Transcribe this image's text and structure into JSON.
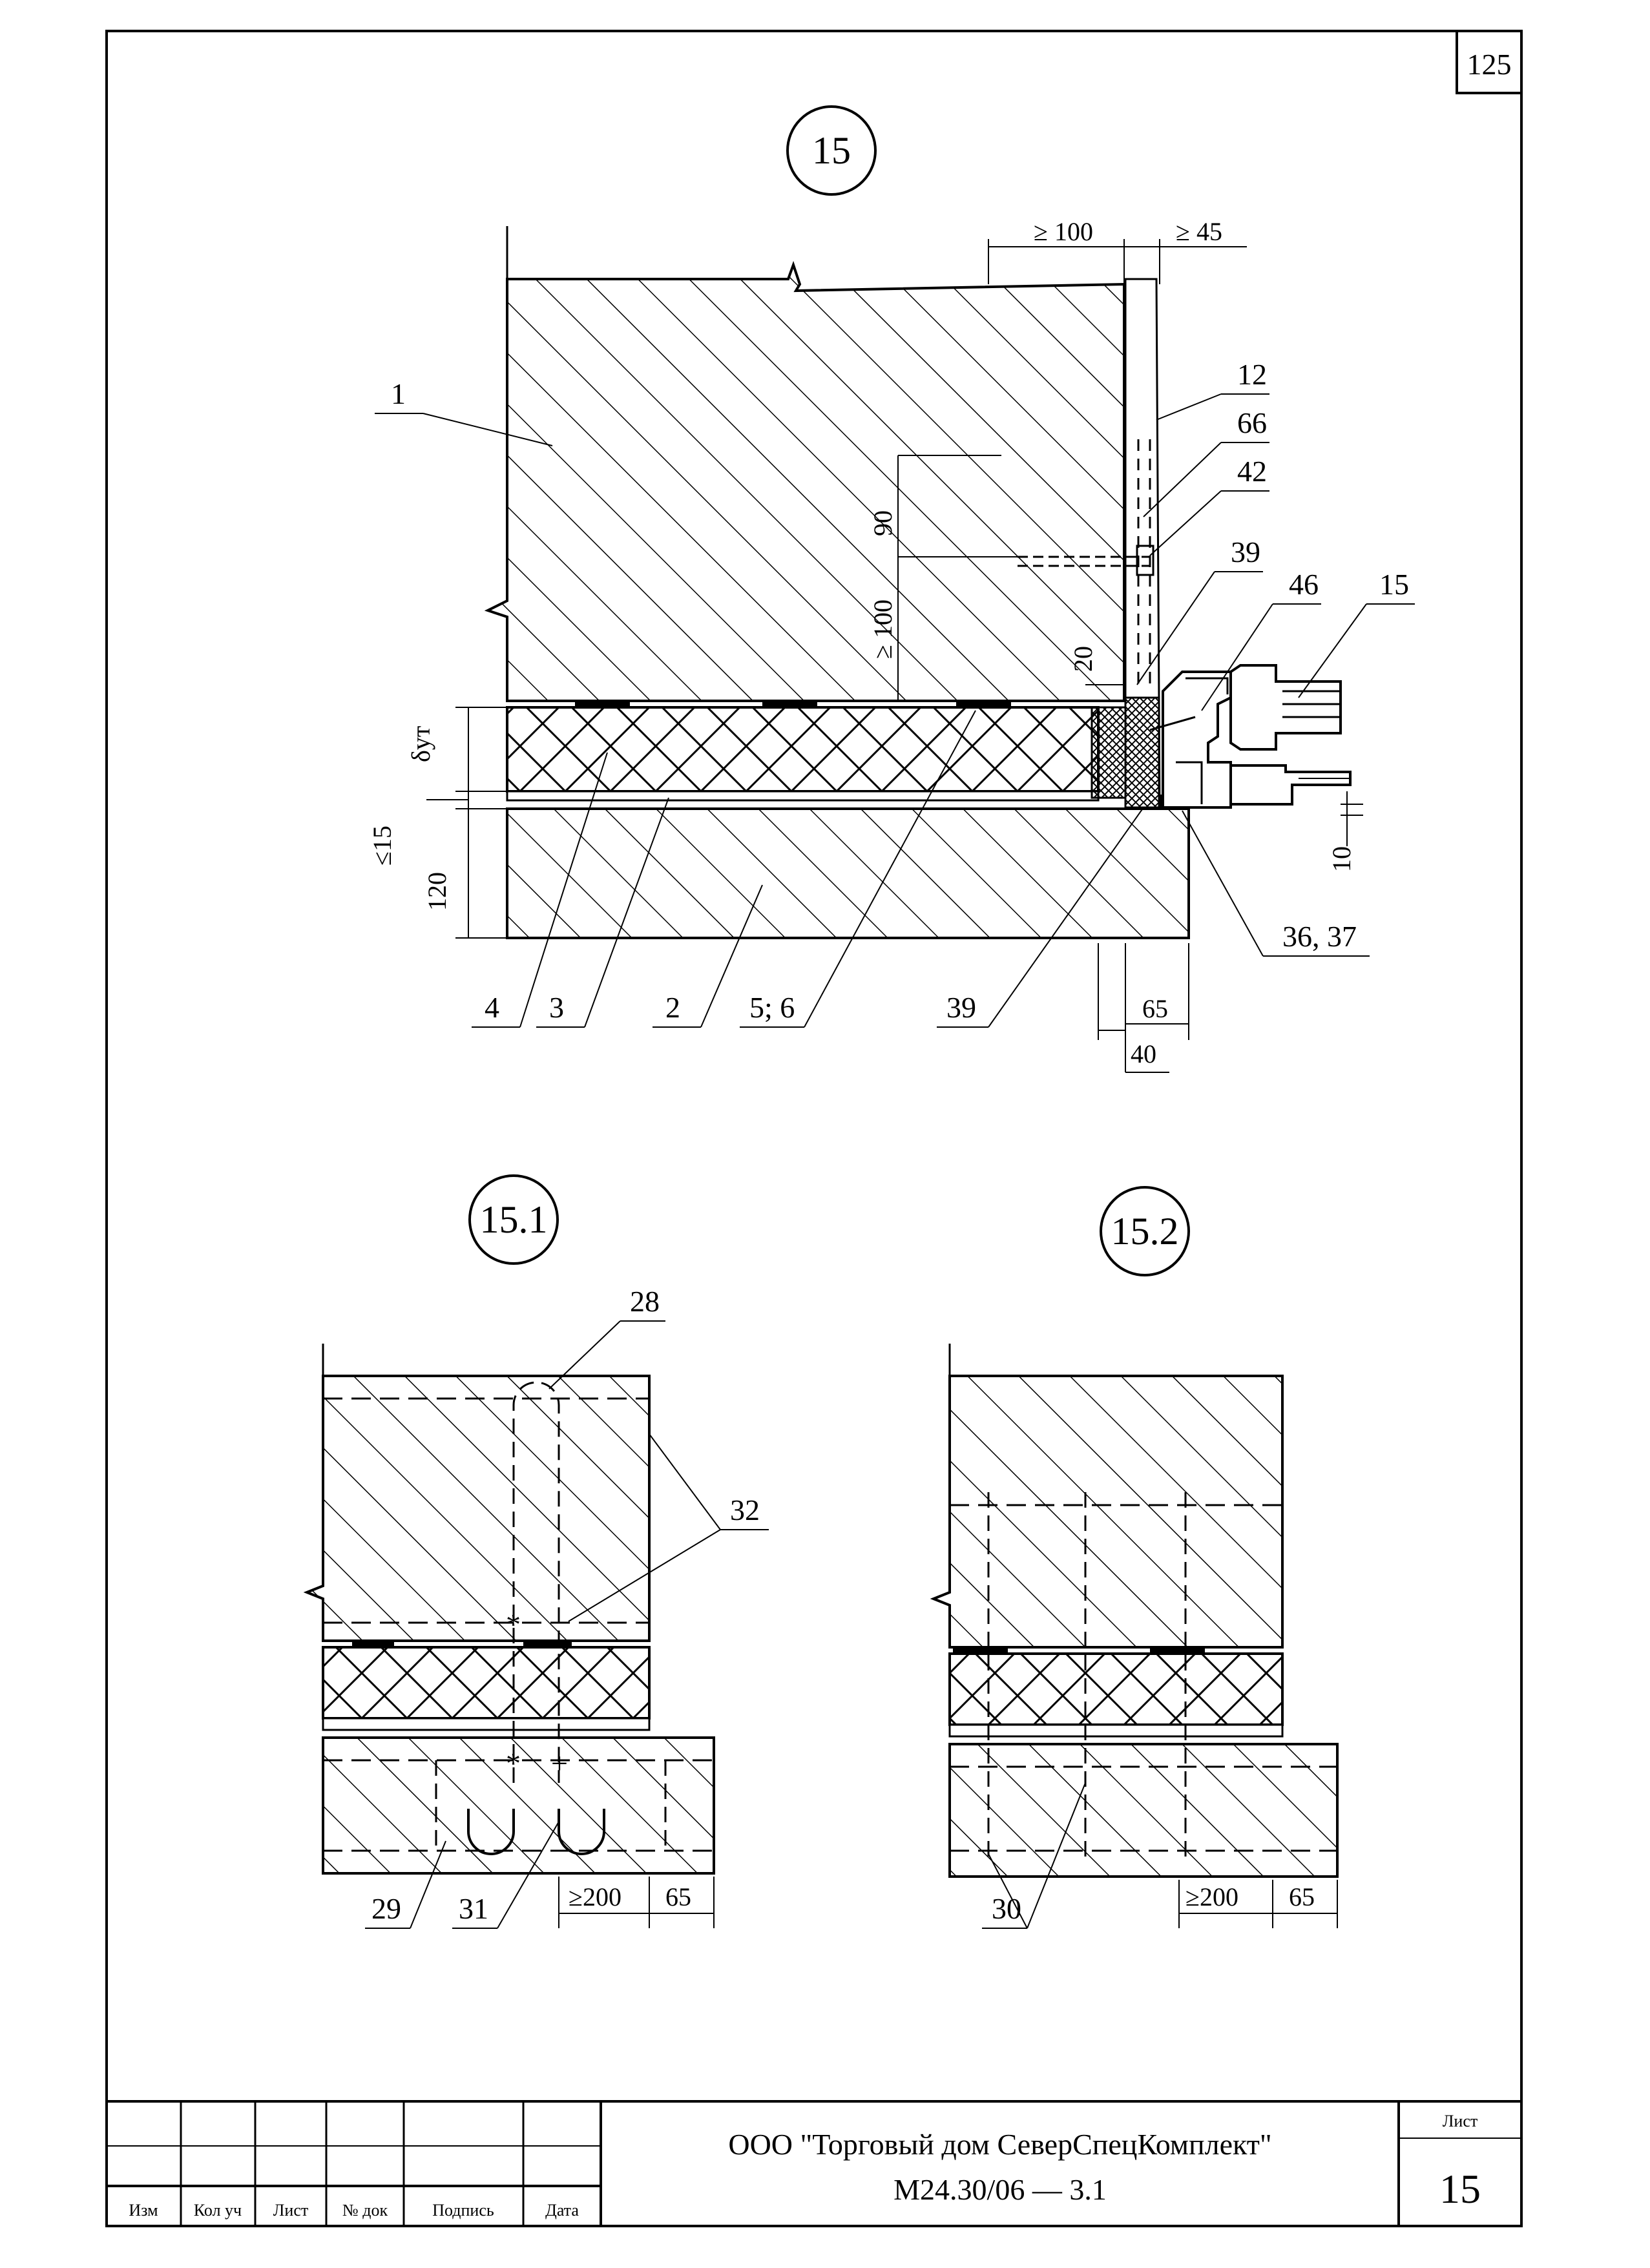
{
  "page_number": "125",
  "details": {
    "main": {
      "number": "15",
      "dimensions": {
        "top_left": "≥ 100",
        "top_right": "≥ 45",
        "anchor_spacing": "90",
        "anchor_min": "≥ 100",
        "gap": "20",
        "insulation": "δут",
        "joint": "≤15",
        "slab": "120",
        "bottom_gap": "10",
        "bottom_right": "65",
        "bottom_left": "40"
      },
      "callouts": {
        "c1": "1",
        "c12": "12",
        "c66": "66",
        "c42": "42",
        "c39_top": "39",
        "c46": "46",
        "c15": "15",
        "c36_37": "36, 37",
        "c4": "4",
        "c3": "3",
        "c2": "2",
        "c5_6": "5; 6",
        "c39_bottom": "39"
      }
    },
    "sub1": {
      "number": "15.1",
      "callouts": {
        "c28": "28",
        "c32": "32",
        "c29": "29",
        "c31": "31"
      },
      "dimensions": {
        "min": "≥200",
        "edge": "65"
      }
    },
    "sub2": {
      "number": "15.2",
      "callouts": {
        "c30": "30"
      },
      "dimensions": {
        "min": "≥200",
        "edge": "65"
      }
    }
  },
  "title_block": {
    "headers": {
      "izm": "Изм",
      "kol_uch": "Кол уч",
      "list": "Лист",
      "n_dok": "№ док",
      "podpis": "Подпись",
      "data": "Дата"
    },
    "company": "ООО \"Торговый дом СеверСпецКомплект\"",
    "doc_code": "М24.30/06  —  3.1",
    "sheet_label": "Лист",
    "sheet_number": "15"
  }
}
